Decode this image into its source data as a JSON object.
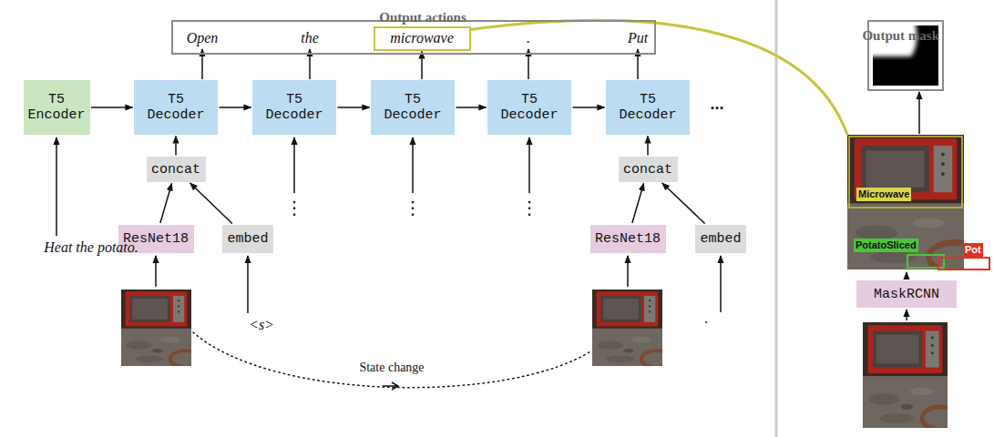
{
  "diagram": {
    "nodes": [
      {
        "text": [
          "Output actions"
        ]
      },
      {
        "text": [
          "Open"
        ],
        "in": 0
      },
      {
        "text": [
          "the"
        ],
        "in": 0
      },
      {
        "text": [
          "microwave"
        ],
        "in": 0
      },
      {
        "text": [
          "."
        ],
        "in": 0
      },
      {
        "text": [
          "Put"
        ],
        "in": 0
      },
      {
        "text": [
          "T5 Encoder"
        ]
      },
      {
        "text": [
          "T5 Decoder"
        ]
      },
      {
        "text": [
          "T5 Decoder"
        ]
      },
      {
        "text": [
          "T5 Decoder"
        ]
      },
      {
        "text": [
          "T5 Decoder"
        ]
      },
      {
        "text": [
          "T5 Decoder"
        ]
      },
      {
        "text": [
          "concat"
        ]
      },
      {
        "text": [
          "ResNet18"
        ]
      },
      {
        "text": [
          "embed"
        ]
      },
      {
        "text": [
          "concat"
        ]
      },
      {
        "text": [
          "ResNet18"
        ]
      },
      {
        "text": [
          "embed"
        ]
      },
      {
        "text": [
          "Output mask"
        ]
      },
      {
        "text": [
          "Microwave",
          "PotatoSliced",
          "Pot"
        ]
      },
      {
        "text": [
          "MaskRCNN"
        ]
      }
    ],
    "edges": [
      {
        "from": 6,
        "to": 7,
        "arrow": "to"
      },
      {
        "from": 7,
        "to": 8,
        "arrow": "to"
      },
      {
        "from": 8,
        "to": 9,
        "arrow": "to"
      },
      {
        "from": 9,
        "to": 10,
        "arrow": "to"
      },
      {
        "from": 10,
        "to": 11,
        "arrow": "to"
      },
      {
        "from": 7,
        "to": 1,
        "arrow": "to"
      },
      {
        "from": 8,
        "to": 2,
        "arrow": "to"
      },
      {
        "from": 9,
        "to": 3,
        "arrow": "to"
      },
      {
        "from": 10,
        "to": 4,
        "arrow": "to"
      },
      {
        "from": 11,
        "to": 5,
        "arrow": "to"
      },
      {
        "from": 12,
        "to": 7,
        "arrow": "to"
      },
      {
        "from": 13,
        "to": 12,
        "arrow": "to"
      },
      {
        "from": 14,
        "to": 12,
        "arrow": "to"
      },
      {
        "from": 15,
        "to": 11,
        "arrow": "to"
      },
      {
        "from": 16,
        "to": 15,
        "arrow": "to"
      },
      {
        "from": 17,
        "to": 15,
        "arrow": "to"
      },
      {
        "from": 3,
        "to": 19,
        "arrow": "none"
      },
      {
        "from": 20,
        "to": 19,
        "arrow": "to"
      },
      {
        "from": 19,
        "to": 18,
        "arrow": "to"
      }
    ],
    "labels": [
      "Heat the potato.",
      "<s>",
      ".",
      "⋮",
      "⋮",
      "⋮",
      "...",
      "State change"
    ]
  }
}
